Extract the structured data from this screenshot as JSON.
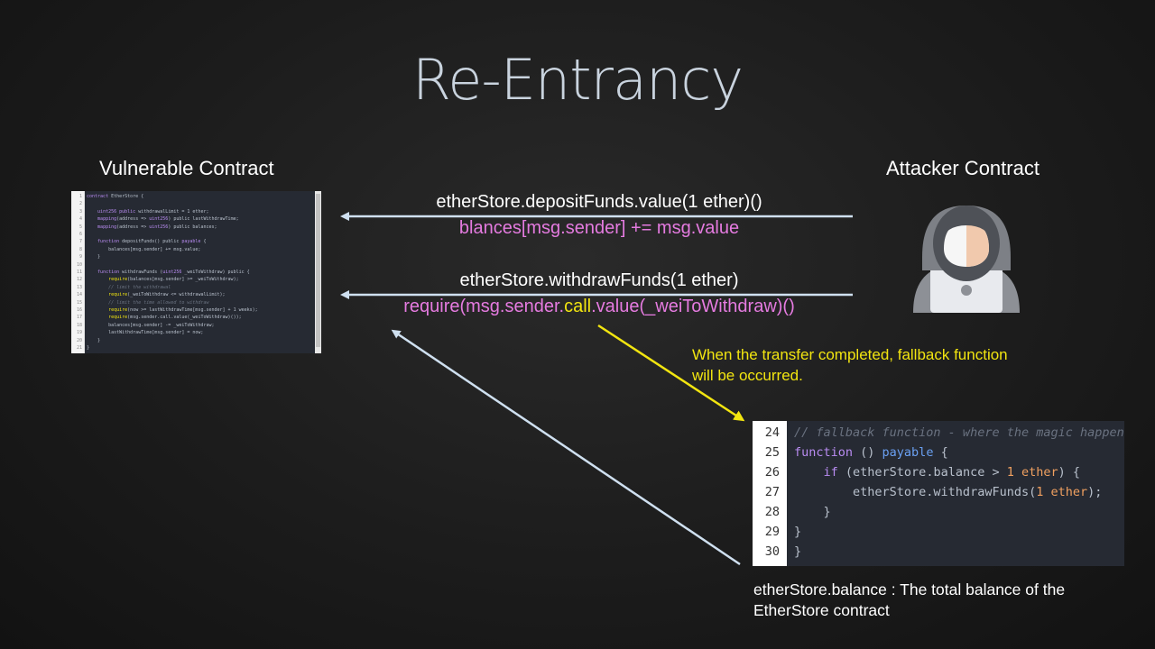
{
  "title": "Re-Entrancy",
  "vulnerable_label": "Vulnerable Contract",
  "attacker_label": "Attacker Contract",
  "small_code": [
    {
      "n": "1",
      "segs": [
        [
          "kw2",
          "contract "
        ],
        [
          "c",
          "EtherStore {"
        ]
      ]
    },
    {
      "n": "2",
      "segs": [
        [
          "c",
          ""
        ]
      ]
    },
    {
      "n": "3",
      "segs": [
        [
          "c",
          "    "
        ],
        [
          "kw2",
          "uint256 public "
        ],
        [
          "c",
          "withdrawalLimit = 1 ether;"
        ]
      ]
    },
    {
      "n": "4",
      "segs": [
        [
          "c",
          "    "
        ],
        [
          "kw2",
          "mapping"
        ],
        [
          "c",
          "(address => "
        ],
        [
          "kw2",
          "uint256"
        ],
        [
          "c",
          ") public lastWithdrawTime;"
        ]
      ]
    },
    {
      "n": "5",
      "segs": [
        [
          "c",
          "    "
        ],
        [
          "kw2",
          "mapping"
        ],
        [
          "c",
          "(address => "
        ],
        [
          "kw2",
          "uint256"
        ],
        [
          "c",
          ") public balances;"
        ]
      ]
    },
    {
      "n": "6",
      "segs": [
        [
          "c",
          ""
        ]
      ]
    },
    {
      "n": "7",
      "segs": [
        [
          "c",
          "    "
        ],
        [
          "kw2",
          "function "
        ],
        [
          "c",
          "depositFunds() public "
        ],
        [
          "kw2",
          "payable"
        ],
        [
          "c",
          " {"
        ]
      ]
    },
    {
      "n": "8",
      "segs": [
        [
          "c",
          "        balances[msg.sender] += msg.value;"
        ]
      ]
    },
    {
      "n": "9",
      "segs": [
        [
          "c",
          "    }"
        ]
      ]
    },
    {
      "n": "10",
      "segs": [
        [
          "c",
          ""
        ]
      ]
    },
    {
      "n": "11",
      "segs": [
        [
          "c",
          "    "
        ],
        [
          "kw2",
          "function "
        ],
        [
          "c",
          "withdrawFunds ("
        ],
        [
          "kw2",
          "uint256"
        ],
        [
          "c",
          " _weiToWithdraw) public {"
        ]
      ]
    },
    {
      "n": "12",
      "segs": [
        [
          "c",
          "        "
        ],
        [
          "yl",
          "require"
        ],
        [
          "c",
          "(balances[msg.sender] >= _weiToWithdraw);"
        ]
      ]
    },
    {
      "n": "13",
      "segs": [
        [
          "cm",
          "        // limit the withdrawal"
        ]
      ]
    },
    {
      "n": "14",
      "segs": [
        [
          "c",
          "        "
        ],
        [
          "yl",
          "require"
        ],
        [
          "c",
          "(_weiToWithdraw <= withdrawalLimit);"
        ]
      ]
    },
    {
      "n": "15",
      "segs": [
        [
          "cm",
          "        // limit the time allowed to withdraw"
        ]
      ]
    },
    {
      "n": "16",
      "segs": [
        [
          "c",
          "        "
        ],
        [
          "yl",
          "require"
        ],
        [
          "c",
          "(now >= lastWithdrawTime[msg.sender] + 1 weeks);"
        ]
      ]
    },
    {
      "n": "17",
      "segs": [
        [
          "c",
          "        "
        ],
        [
          "yl",
          "require"
        ],
        [
          "c",
          "(msg.sender.call.value(_weiToWithdraw)());"
        ]
      ]
    },
    {
      "n": "18",
      "segs": [
        [
          "c",
          "        balances[msg.sender] -= _weiToWithdraw;"
        ]
      ]
    },
    {
      "n": "19",
      "segs": [
        [
          "c",
          "        lastWithdrawTime[msg.sender] = now;"
        ]
      ]
    },
    {
      "n": "20",
      "segs": [
        [
          "c",
          "    }"
        ]
      ]
    },
    {
      "n": "21",
      "segs": [
        [
          "c",
          "}"
        ]
      ]
    }
  ],
  "msg1_line1": "etherStore.depositFunds.value(1 ether)()",
  "msg1_line2": "blances[msg.sender] += msg.value",
  "msg2_line1": "etherStore.withdrawFunds(1 ether)",
  "msg2_line2_a": "require(msg.sender.",
  "msg2_line2_b": "call",
  "msg2_line2_c": ".value(_weiToWithdraw)()",
  "note_line1": "When the transfer completed, fallback function",
  "note_line2": "will be occurred.",
  "big_code": [
    {
      "n": "24",
      "segs": [
        [
          "cm",
          "// fallback function - where the magic happens"
        ]
      ]
    },
    {
      "n": "25",
      "segs": [
        [
          "kw2",
          "function"
        ],
        [
          "c",
          " () "
        ],
        [
          "kw",
          "payable"
        ],
        [
          "c",
          " {"
        ]
      ]
    },
    {
      "n": "26",
      "segs": [
        [
          "c",
          "    "
        ],
        [
          "kw2",
          "if"
        ],
        [
          "c",
          " (etherStore.balance > "
        ],
        [
          "num",
          "1"
        ],
        [
          "c",
          " "
        ],
        [
          "num",
          "ether"
        ],
        [
          "c",
          ") {"
        ]
      ]
    },
    {
      "n": "27",
      "segs": [
        [
          "c",
          "        etherStore.withdrawFunds("
        ],
        [
          "num",
          "1"
        ],
        [
          "c",
          " "
        ],
        [
          "num",
          "ether"
        ],
        [
          "c",
          ");"
        ]
      ]
    },
    {
      "n": "28",
      "segs": [
        [
          "c",
          "    }"
        ]
      ]
    },
    {
      "n": "29",
      "segs": [
        [
          "c",
          "}"
        ]
      ]
    },
    {
      "n": "30",
      "segs": [
        [
          "c",
          "}"
        ]
      ]
    }
  ],
  "caption_line1": "etherStore.balance : The total balance of the",
  "caption_line2": "EtherStore contract",
  "colors": {
    "pink": "#e57be0",
    "yellow": "#f2e510",
    "arrow": "#cfe0f0",
    "title": "#c9d3de"
  },
  "icons": {
    "attacker": "hacker-icon"
  }
}
